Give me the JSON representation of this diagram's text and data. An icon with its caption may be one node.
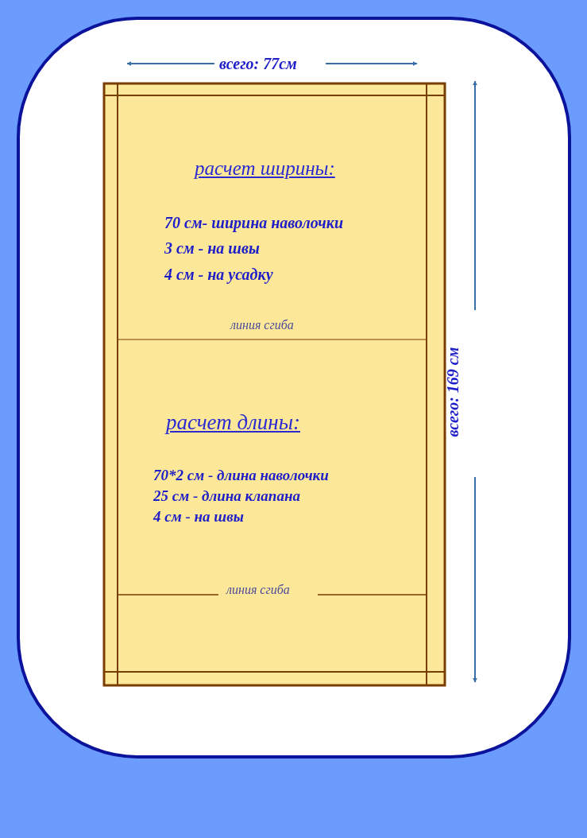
{
  "diagram": {
    "nodes": [
      {
        "text": [
          "расчет ширины:",
          "70 см- ширина наволочки",
          "3 см - на швы",
          "4 см - на усадку",
          "линия сгиба",
          "расчет длины:",
          "70*2 см - длина наволочки",
          "25 см - длина клапана",
          "4 см - на швы",
          "линия сгиба"
        ]
      }
    ],
    "labels": [
      "всего: 77см",
      "всего: 169 см"
    ]
  }
}
